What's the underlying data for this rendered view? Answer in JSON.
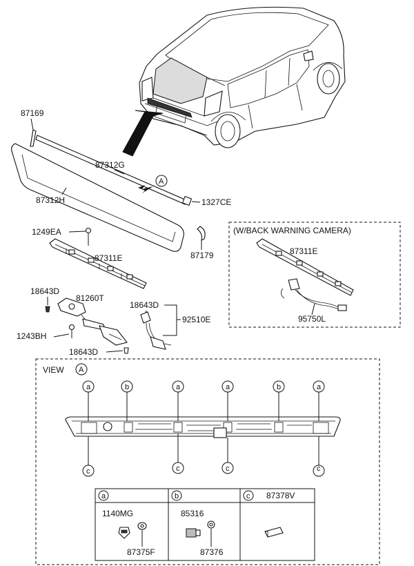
{
  "callouts": {
    "p87169": "87169",
    "p87312g": "87312G",
    "p87312h": "87312H",
    "p1327ce": "1327CE",
    "p87179": "87179",
    "p1249ea": "1249EA",
    "p87311e": "87311E",
    "p18643d_a": "18643D",
    "p81260t": "81260T",
    "p18643d_b": "18643D",
    "p92510e": "92510E",
    "p1243bh": "1243BH",
    "p18643d_c": "18643D",
    "view_marker": "A"
  },
  "camera_box": {
    "title": "(W/BACK WARNING CAMERA)",
    "p87311e": "87311E",
    "p95750l": "95750L"
  },
  "view_a": {
    "title": "VIEW",
    "marker": "A",
    "top_markers": [
      "a",
      "b",
      "a",
      "a",
      "b",
      "a"
    ],
    "bottom_markers": [
      "c",
      "c",
      "c",
      "c"
    ]
  },
  "legend": {
    "a_key": "a",
    "a_part1": "1140MG",
    "a_part2": "87375F",
    "b_key": "b",
    "b_part1": "85316",
    "b_part2": "87376",
    "c_key": "c",
    "c_part1": "87378V"
  }
}
